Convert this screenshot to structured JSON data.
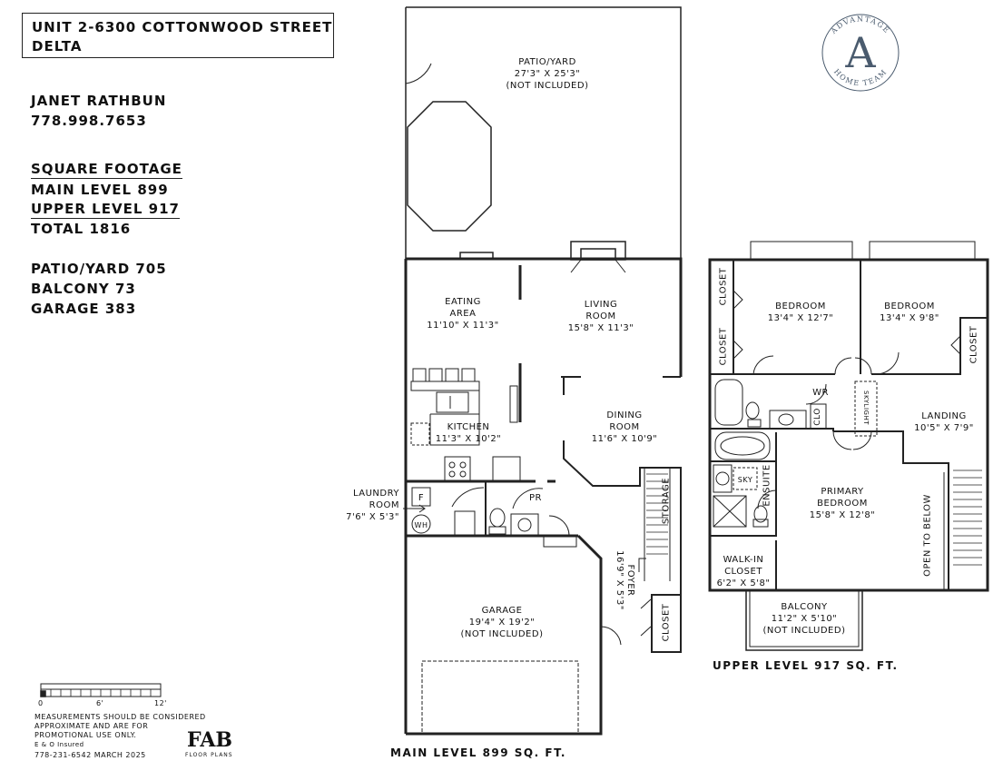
{
  "header": {
    "address_line1": "UNIT 2-6300 COTTONWOOD STREET",
    "address_line2": "DELTA"
  },
  "agent": {
    "name": "JANET RATHBUN",
    "phone": "778.998.7653"
  },
  "summary": {
    "heading": "SQUARE FOOTAGE",
    "main_level": "MAIN LEVEL 899",
    "upper_level": "UPPER LEVEL 917",
    "total": "TOTAL 1816",
    "patio": "PATIO/YARD 705",
    "balcony": "BALCONY 73",
    "garage": "GARAGE 383"
  },
  "logo": {
    "top_text": "ADVANTAGE",
    "letter": "A",
    "bottom_text": "HOME TEAM"
  },
  "main_level": {
    "caption": "MAIN LEVEL 899 SQ. FT.",
    "patio": {
      "name": "PATIO/YARD",
      "dims": "27'3\" X 25'3\"",
      "note": "(NOT INCLUDED)"
    },
    "eating": {
      "name1": "EATING",
      "name2": "AREA",
      "dims": "11'10\" X 11'3\""
    },
    "living": {
      "name1": "LIVING",
      "name2": "ROOM",
      "dims": "15'8\" X 11'3\""
    },
    "kitchen": {
      "name": "KITCHEN",
      "dims": "11'3\" X 10'2\""
    },
    "dining": {
      "name1": "DINING",
      "name2": "ROOM",
      "dims": "11'6\" X 10'9\""
    },
    "laundry": {
      "name1": "LAUNDRY",
      "name2": "ROOM",
      "dims": "7'6\" X 5'3\""
    },
    "pr": "PR",
    "f": "F",
    "wh": "WH",
    "storage": "STORAGE",
    "foyer": {
      "name": "FOYER",
      "dims": "16'9\" X 5'3\""
    },
    "closet": "CLOSET",
    "garage": {
      "name": "GARAGE",
      "dims": "19'4\" X 19'2\"",
      "note": "(NOT INCLUDED)"
    }
  },
  "upper_level": {
    "caption": "UPPER LEVEL 917 SQ. FT.",
    "bedroom1": {
      "name": "BEDROOM",
      "dims": "13'4\" X 12'7\""
    },
    "bedroom2": {
      "name": "BEDROOM",
      "dims": "13'4\" X 9'8\""
    },
    "closet_a": "CLOSET",
    "closet_b": "CLOSET",
    "closet_c": "CLOSET",
    "wr": "WR",
    "clo": "CLO",
    "skylight": "SKYLIGHT",
    "landing": {
      "name": "LANDING",
      "dims": "10'5\" X 7'9\""
    },
    "ensuite": "ENSUITE",
    "sky": "SKY",
    "primary": {
      "name1": "PRIMARY",
      "name2": "BEDROOM",
      "dims": "15'8\" X 12'8\""
    },
    "walkin": {
      "name1": "WALK-IN",
      "name2": "CLOSET",
      "dims": "6'2\" X 5'8\""
    },
    "open_below": "OPEN TO BELOW",
    "balcony": {
      "name": "BALCONY",
      "dims": "11'2\" X 5'10\"",
      "note": "(NOT INCLUDED)"
    }
  },
  "scale": {
    "t0": "0",
    "t6": "6'",
    "t12": "12'"
  },
  "footer": {
    "line1": "MEASUREMENTS SHOULD BE CONSIDERED",
    "line2": "APPROXIMATE AND ARE FOR",
    "line3": "PROMOTIONAL USE ONLY.",
    "line4": "E & O Insured",
    "line5": "778-231-6542  MARCH 2025",
    "brand": "FAB",
    "brand_sub": "FLOOR PLANS"
  }
}
